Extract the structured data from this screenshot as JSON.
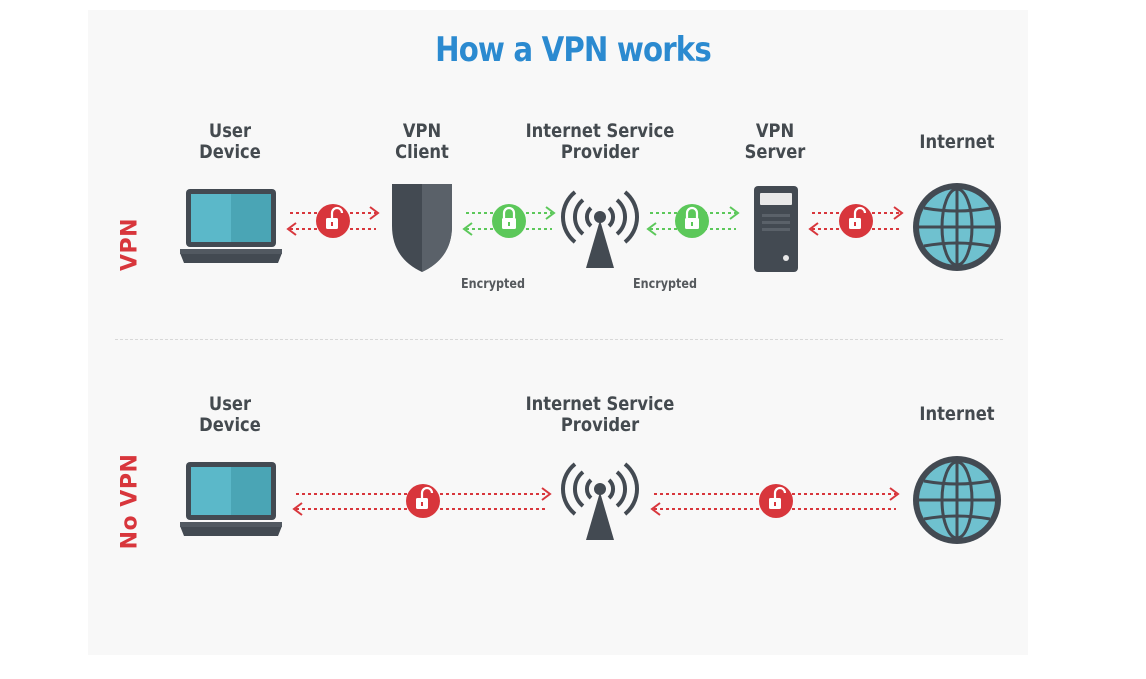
{
  "title": "How a VPN works",
  "rows": {
    "vpn": {
      "label": "VPN",
      "nodes": {
        "user_device": "User\nDevice",
        "vpn_client": "VPN\nClient",
        "isp": "Internet Service\nProvider",
        "vpn_server": "VPN\nServer",
        "internet": "Internet"
      },
      "link_notes": [
        "Encrypted",
        "Encrypted"
      ]
    },
    "no_vpn": {
      "label": "No VPN",
      "nodes": {
        "user_device": "User\nDevice",
        "isp": "Internet Service\nProvider",
        "internet": "Internet"
      }
    }
  },
  "colors": {
    "title": "#2b8ad0",
    "unencrypted": "#d8363c",
    "encrypted": "#5cc85a",
    "device_dark": "#434a52",
    "screen": "#5bb8c9",
    "globe": "#6fc1cf"
  }
}
